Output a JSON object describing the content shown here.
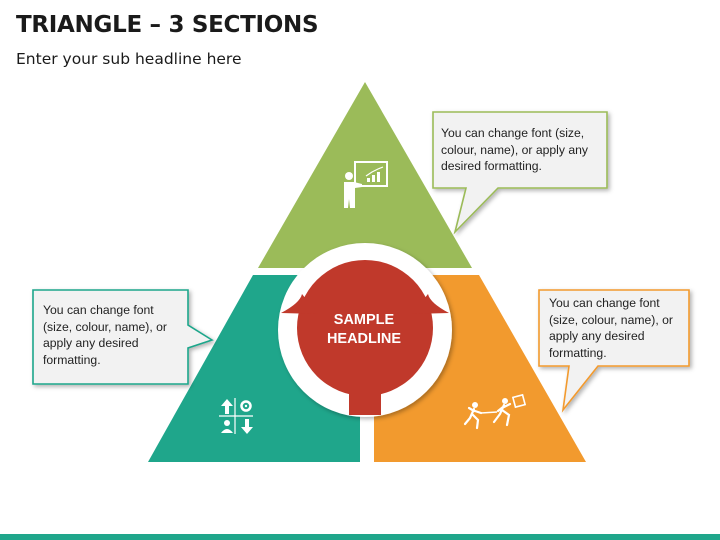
{
  "title": "TRIANGLE – 3 SECTIONS",
  "subtitle": "Enter your sub headline here",
  "center": {
    "line1": "SAMPLE",
    "line2": "HEADLINE"
  },
  "callouts": {
    "top": {
      "line1": "You can change font (size,",
      "line2": "colour, name), or apply any",
      "line3": "desired formatting."
    },
    "left": {
      "line1": "You can change font",
      "line2": "(size, colour, name), or",
      "line3": "apply any desired",
      "line4": "formatting."
    },
    "right": {
      "line1": "You can change font",
      "line2": "(size, colour, name), or",
      "line3": "apply any desired",
      "line4": "formatting."
    }
  },
  "icons": {
    "top": "presentation-chart-icon",
    "left": "strategy-grid-icon",
    "right": "relay-run-icon"
  },
  "colors": {
    "top": "#9bbb59",
    "left": "#1fa68b",
    "right": "#f29a2e",
    "center": "#c0392b",
    "callout_fill": "#f2f2f2",
    "bar": "#1fa68b"
  }
}
